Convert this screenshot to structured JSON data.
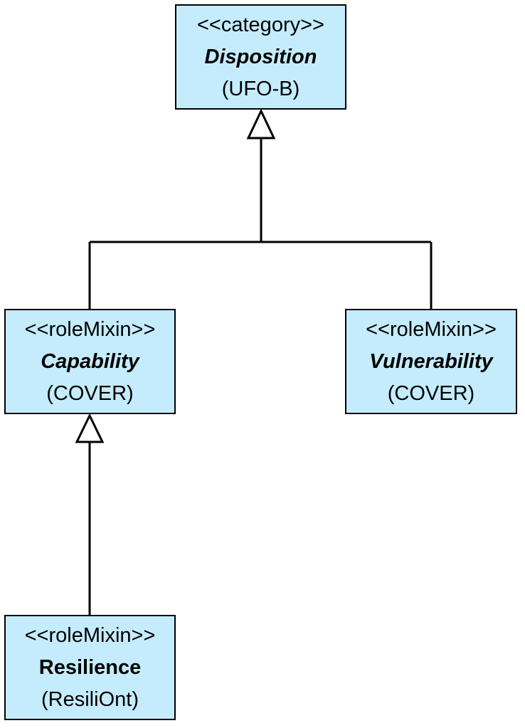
{
  "theme": {
    "box_fill": "#c5ecfd",
    "line_color": "#000000"
  },
  "classes": {
    "disposition": {
      "stereotype": "<<category>>",
      "name": "Disposition",
      "source": "(UFO-B)"
    },
    "capability": {
      "stereotype": "<<roleMixin>>",
      "name": "Capability",
      "source": "(COVER)"
    },
    "vulnerability": {
      "stereotype": "<<roleMixin>>",
      "name": "Vulnerability",
      "source": "(COVER)"
    },
    "resilience": {
      "stereotype": "<<roleMixin>>",
      "name": "Resilience",
      "source": "(ResiliOnt)"
    }
  },
  "generalizations": [
    {
      "child": "capability",
      "parent": "disposition"
    },
    {
      "child": "vulnerability",
      "parent": "disposition"
    },
    {
      "child": "resilience",
      "parent": "capability"
    }
  ]
}
